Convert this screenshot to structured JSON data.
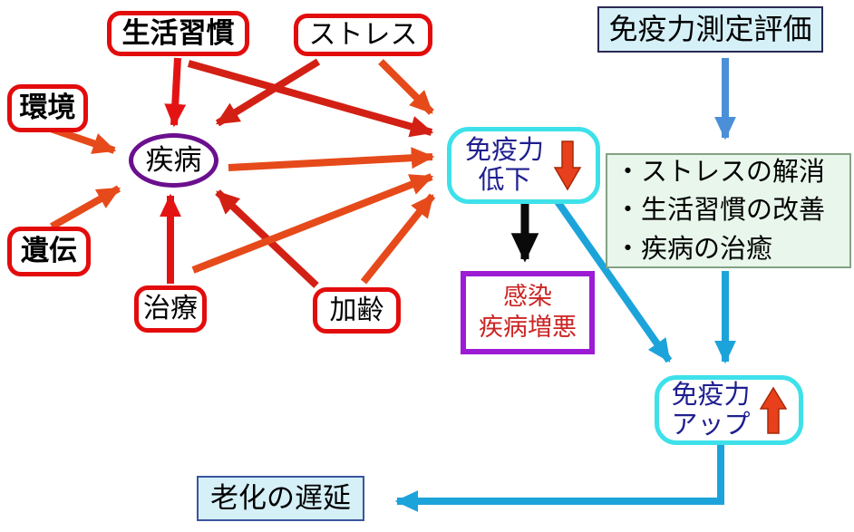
{
  "nodes": {
    "lifestyle": {
      "label": "生活習慣"
    },
    "stress": {
      "label": "ストレス"
    },
    "environment": {
      "label": "環境"
    },
    "heredity": {
      "label": "遺伝"
    },
    "treatment": {
      "label": "治療"
    },
    "aging": {
      "label": "加齢"
    },
    "disease": {
      "label": "疾病"
    },
    "immunity_decline": {
      "label": "免疫力\n低下"
    },
    "infection": {
      "label": "感染\n疾病増悪"
    },
    "measurement": {
      "label": "免疫力測定評価"
    },
    "remedies": {
      "items": [
        "・ストレスの解消",
        "・生活習慣の改善",
        "・疾病の治癒"
      ]
    },
    "immunity_up": {
      "label": "免疫力\nアップ"
    },
    "aging_delay": {
      "label": "老化の遅延"
    }
  },
  "icons": {
    "immunity_decline_arrow": "red-down-block-arrow",
    "immunity_up_arrow": "red-up-block-arrow"
  },
  "edges": [
    {
      "from": "生活習慣",
      "to": "疾病",
      "color": "#e41313"
    },
    {
      "from": "ストレス",
      "to": "疾病",
      "color": "#d32015"
    },
    {
      "from": "環境",
      "to": "疾病",
      "color": "#e64a1a"
    },
    {
      "from": "遺伝",
      "to": "疾病",
      "color": "#e64a1a"
    },
    {
      "from": "治療",
      "to": "疾病",
      "color": "#e41313"
    },
    {
      "from": "加齢",
      "to": "疾病",
      "color": "#d32015"
    },
    {
      "from": "疾病",
      "to": "免疫力低下",
      "color": "#e64a1a"
    },
    {
      "from": "生活習慣",
      "to": "免疫力低下",
      "color": "#d32015"
    },
    {
      "from": "ストレス",
      "to": "免疫力低下",
      "color": "#e64a1a"
    },
    {
      "from": "治療",
      "to": "免疫力低下",
      "color": "#e64a1a"
    },
    {
      "from": "加齢",
      "to": "免疫力低下",
      "color": "#e64a1a"
    },
    {
      "from": "免疫力低下",
      "to": "感染疾病増悪",
      "color": "#0a0a0a"
    },
    {
      "from": "免疫力測定評価",
      "to": "対策リスト",
      "color": "#4a8fd8"
    },
    {
      "from": "対策リスト",
      "to": "免疫力アップ",
      "color": "#1ca4da"
    },
    {
      "from": "免疫力低下",
      "to": "免疫力アップ",
      "color": "#1ca4da"
    },
    {
      "from": "免疫力アップ",
      "to": "老化の遅延",
      "color": "#1ca4da"
    }
  ],
  "colors": {
    "red_box_border": "#e30c0c",
    "purple_ellipse_border": "#6b0f8e",
    "violet_box_border": "#9c1cd4",
    "aqua_box_border": "#3ee1ea",
    "navy_text": "#1f1f8f",
    "infection_red_text": "#cc2424",
    "pale_cyan_fill": "#d5f0f7",
    "pale_green_fill": "#e8f6ec",
    "red_arrow": "#e41313",
    "dark_red_arrow": "#d32015",
    "orange_arrow": "#e64a1a",
    "black_arrow": "#0a0a0a",
    "royal_blue_arrow": "#4a8fd8",
    "cyan_blue_arrow": "#1ca4da",
    "block_arrow_fill": "#e8401c"
  }
}
